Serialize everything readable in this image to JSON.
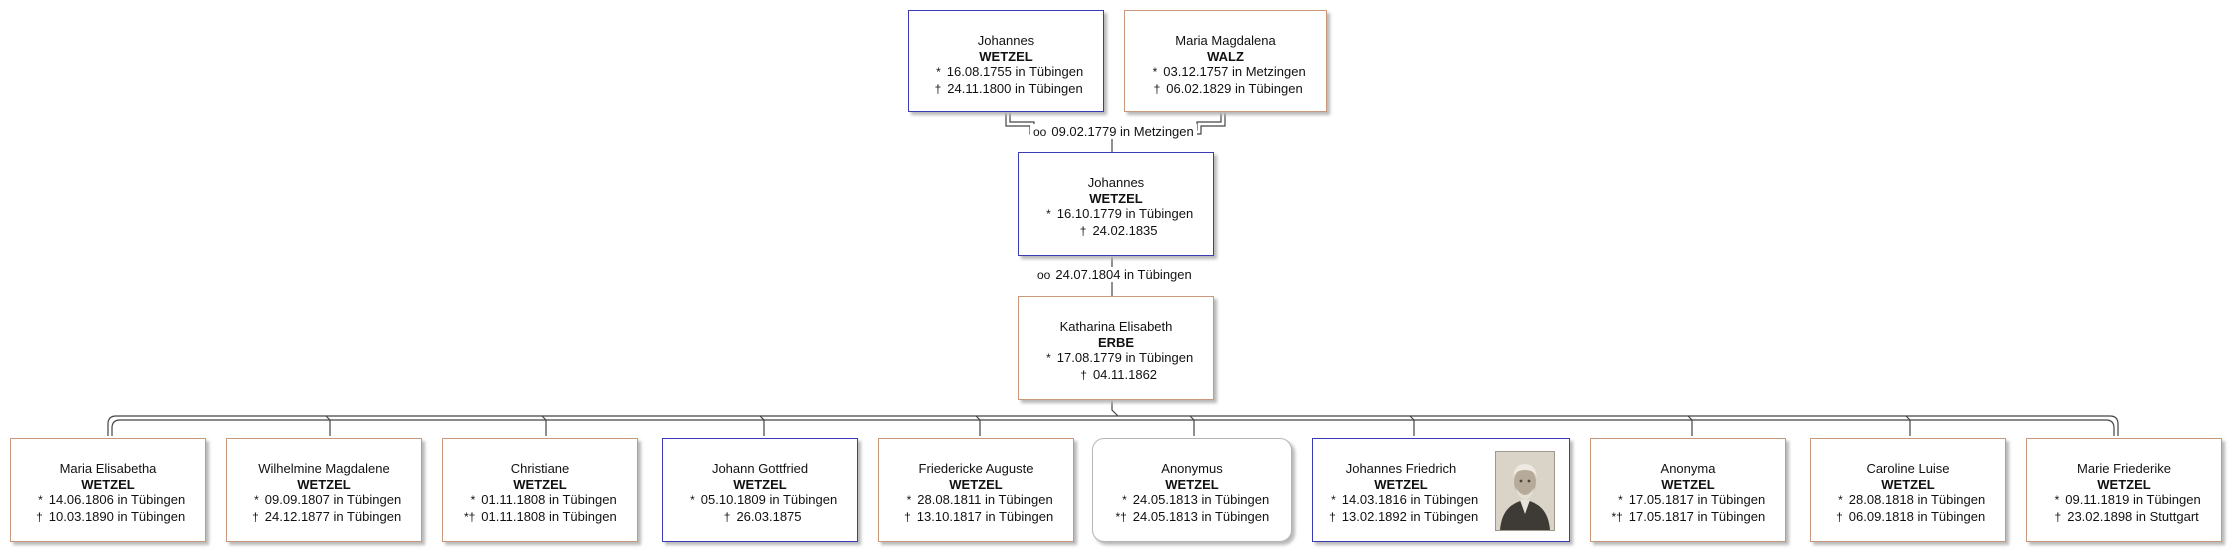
{
  "parents": [
    {
      "given": "Johannes",
      "surname": "WETZEL",
      "birth": "16.08.1755 in Tübingen",
      "death": "24.11.1800 in Tübingen",
      "birth_symbol": "*",
      "death_symbol": "†",
      "sex": "male"
    },
    {
      "given": "Maria Magdalena",
      "surname": "WALZ",
      "birth": "03.12.1757 in Metzingen",
      "death": "06.02.1829 in Tübingen",
      "birth_symbol": "*",
      "death_symbol": "†",
      "sex": "female"
    }
  ],
  "parents_marriage": {
    "symbol": "oo",
    "text": "09.02.1779 in Metzingen"
  },
  "focus": {
    "given": "Johannes",
    "surname": "WETZEL",
    "birth": "16.10.1779 in Tübingen",
    "death": "24.02.1835",
    "birth_symbol": "*",
    "death_symbol": "†",
    "sex": "male"
  },
  "focus_marriage": {
    "symbol": "oo",
    "text": "24.07.1804 in Tübingen"
  },
  "spouse": {
    "given": "Katharina Elisabeth",
    "surname": "ERBE",
    "birth": "17.08.1779 in Tübingen",
    "death": "04.11.1862",
    "birth_symbol": "*",
    "death_symbol": "†",
    "sex": "female"
  },
  "children": [
    {
      "given": "Maria Elisabetha",
      "surname": "WETZEL",
      "birth": "14.06.1806 in Tübingen",
      "death": "10.03.1890 in Tübingen",
      "birth_symbol": "*",
      "death_symbol": "†",
      "sex": "female"
    },
    {
      "given": "Wilhelmine Magdalene",
      "surname": "WETZEL",
      "birth": "09.09.1807 in Tübingen",
      "death": "24.12.1877 in Tübingen",
      "birth_symbol": "*",
      "death_symbol": "†",
      "sex": "female"
    },
    {
      "given": "Christiane",
      "surname": "WETZEL",
      "birth": "01.11.1808 in Tübingen",
      "death": "01.11.1808 in Tübingen",
      "birth_symbol": "*",
      "death_symbol": "*†",
      "sex": "female"
    },
    {
      "given": "Johann Gottfried",
      "surname": "WETZEL",
      "birth": "05.10.1809 in Tübingen",
      "death": "26.03.1875",
      "birth_symbol": "*",
      "death_symbol": "†",
      "sex": "male"
    },
    {
      "given": "Friedericke Auguste",
      "surname": "WETZEL",
      "birth": "28.08.1811 in Tübingen",
      "death": "13.10.1817 in Tübingen",
      "birth_symbol": "*",
      "death_symbol": "†",
      "sex": "female"
    },
    {
      "given": "Anonymus",
      "surname": "WETZEL",
      "birth": "24.05.1813 in Tübingen",
      "death": "24.05.1813 in Tübingen",
      "birth_symbol": "*",
      "death_symbol": "*†",
      "sex": "unknown"
    },
    {
      "given": "Johannes Friedrich",
      "surname": "WETZEL",
      "birth": "14.03.1816 in Tübingen",
      "death": "13.02.1892 in Tübingen",
      "birth_symbol": "*",
      "death_symbol": "†",
      "sex": "male",
      "has_photo": true
    },
    {
      "given": "Anonyma",
      "surname": "WETZEL",
      "birth": "17.05.1817 in Tübingen",
      "death": "17.05.1817 in Tübingen",
      "birth_symbol": "*",
      "death_symbol": "*†",
      "sex": "female"
    },
    {
      "given": "Caroline Luise",
      "surname": "WETZEL",
      "birth": "28.08.1818 in Tübingen",
      "death": "06.09.1818 in Tübingen",
      "birth_symbol": "*",
      "death_symbol": "†",
      "sex": "female"
    },
    {
      "given": "Marie Friederike",
      "surname": "WETZEL",
      "birth": "09.11.1819 in Tübingen",
      "death": "23.02.1898 in Stuttgart",
      "birth_symbol": "*",
      "death_symbol": "†",
      "sex": "female"
    }
  ]
}
